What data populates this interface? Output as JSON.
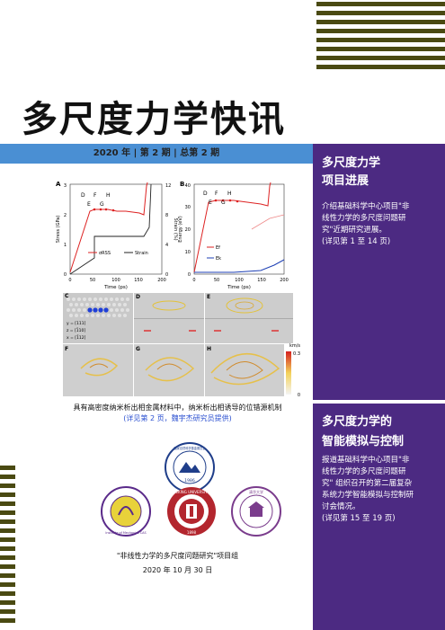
{
  "title": "多尺度力学快讯",
  "issue_line": "2020 年 | 第 2 期 | 总第 2 期",
  "sidebar": {
    "section1": {
      "title_line1": "多尺度力学",
      "title_line2": "项目进展",
      "text_lines": [
        "介绍基础科学中心项目\"非",
        "线性力学的多尺度问题研",
        "究\"近期研究进展。",
        "(详见第 1 至 14 页)"
      ]
    },
    "section2": {
      "title_line1": "多尺度力学的",
      "title_line2": "智能模拟与控制",
      "text_lines": [
        "报道基础科学中心项目\"非",
        "线性力学的多尺度问题研",
        "究\" 组织召开的第二届复杂",
        "系统力学智能模拟与控制研",
        "讨会情况。",
        "(详见第 15 至 19 页)"
      ]
    }
  },
  "figure": {
    "panel_a": {
      "letter": "A",
      "xlabel": "Time (ps)",
      "ylabel_left": "Stress (GPa)",
      "ylabel_right": "Strain (%)",
      "xticks": [
        "0",
        "50",
        "100",
        "150",
        "200"
      ],
      "yticks_left": [
        "0",
        "1",
        "2",
        "3"
      ],
      "yticks_right": [
        "0",
        "4",
        "8",
        "12"
      ],
      "markers": [
        "D",
        "E",
        "F",
        "G",
        "H"
      ],
      "legend": [
        "σRSS",
        "Strain"
      ]
    },
    "panel_b": {
      "letter": "B",
      "xlabel": "Time (ps)",
      "ylabel": "Energy (eV)",
      "xticks": [
        "0",
        "50",
        "100",
        "150",
        "200"
      ],
      "yticks": [
        "0",
        "10",
        "20",
        "30",
        "40"
      ],
      "markers": [
        "D",
        "E",
        "F",
        "G",
        "H"
      ],
      "legend": [
        "Ef",
        "Ek"
      ]
    },
    "panel_c": {
      "letter": "C",
      "axes": [
        "y = [111]",
        "z = [1̄10]",
        "x = [1̄12]"
      ]
    },
    "panel_letters": [
      "D",
      "E",
      "F",
      "G",
      "H"
    ],
    "colorbar": {
      "unit": "km/s",
      "max": "0.3",
      "min": "0"
    }
  },
  "caption": {
    "line1": "具有高密度纳米析出相金属材料中，纳米析出相诱导的位错源机制",
    "line2": "(详见第 2 页，魏宇杰研究员提供)"
  },
  "logos": {
    "nsfc": "国家自然科学基金委员会",
    "nsfc_year": "1986",
    "imech": "Institute of Mechanics CAS",
    "pku": "PEKING UNIVERSITY",
    "pku_year": "1898",
    "tsinghua": "清华大学"
  },
  "footer": {
    "org": "\"非线性力学的多尺度问题研究\"项目组",
    "date": "2020 年 10 月 30 日"
  },
  "colors": {
    "sidebar": "#4c2a82",
    "issue_bar": "#4a8fd3",
    "stripes": "#4a4a12",
    "caption_sub": "#2a4fd0"
  }
}
